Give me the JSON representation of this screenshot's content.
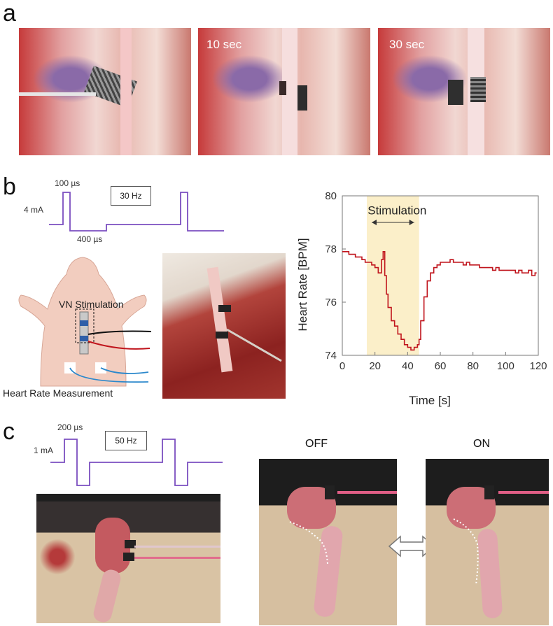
{
  "panels": {
    "a": "a",
    "b": "b",
    "c": "c"
  },
  "panel_a": {
    "frames": [
      "",
      "10 sec",
      "30 sec"
    ]
  },
  "panel_b": {
    "pulse_width": "100 µs",
    "current": "4 mA",
    "interval": "400 µs",
    "frequency": "30 Hz",
    "vn_label": "VN Stimulation",
    "hr_label": "Heart Rate Measurement"
  },
  "panel_c": {
    "pulse_width": "200 µs",
    "current": "1 mA",
    "frequency": "50 Hz",
    "off_label": "OFF",
    "on_label": "ON"
  },
  "chart_data": {
    "type": "line",
    "title": "",
    "xlabel": "Time [s]",
    "ylabel": "Heart Rate [BPM]",
    "xlim": [
      0,
      120
    ],
    "ylim": [
      74,
      80
    ],
    "xticks": [
      0,
      20,
      40,
      60,
      80,
      100,
      120
    ],
    "yticks": [
      74,
      76,
      78,
      80
    ],
    "annotation": "Stimulation",
    "stim_window": [
      15,
      47
    ],
    "colors": {
      "line": "#c0141c",
      "stim_shade": "#fbefc9"
    },
    "series": [
      {
        "x": [
          0,
          2,
          4,
          6,
          8,
          10,
          12,
          14,
          16,
          18,
          20,
          22,
          24,
          25,
          26,
          27,
          28,
          30,
          32,
          34,
          36,
          38,
          40,
          42,
          44,
          46,
          47,
          48,
          50,
          52,
          54,
          56,
          58,
          60,
          62,
          64,
          66,
          68,
          70,
          72,
          74,
          76,
          78,
          80,
          82,
          84,
          86,
          88,
          90,
          92,
          94,
          96,
          98,
          100,
          102,
          104,
          106,
          108,
          110,
          112,
          114,
          116,
          118
        ],
        "y": [
          77.9,
          77.9,
          77.8,
          77.8,
          77.7,
          77.7,
          77.6,
          77.5,
          77.5,
          77.4,
          77.3,
          77.1,
          77.6,
          77.9,
          77.0,
          76.3,
          75.8,
          75.3,
          75.1,
          74.8,
          74.6,
          74.4,
          74.3,
          74.2,
          74.3,
          74.4,
          74.6,
          75.3,
          76.2,
          76.8,
          77.1,
          77.3,
          77.4,
          77.5,
          77.5,
          77.5,
          77.6,
          77.5,
          77.5,
          77.5,
          77.4,
          77.5,
          77.4,
          77.4,
          77.4,
          77.3,
          77.3,
          77.3,
          77.3,
          77.2,
          77.3,
          77.2,
          77.2,
          77.2,
          77.2,
          77.2,
          77.1,
          77.2,
          77.1,
          77.1,
          77.2,
          77.0,
          77.1
        ]
      }
    ]
  }
}
